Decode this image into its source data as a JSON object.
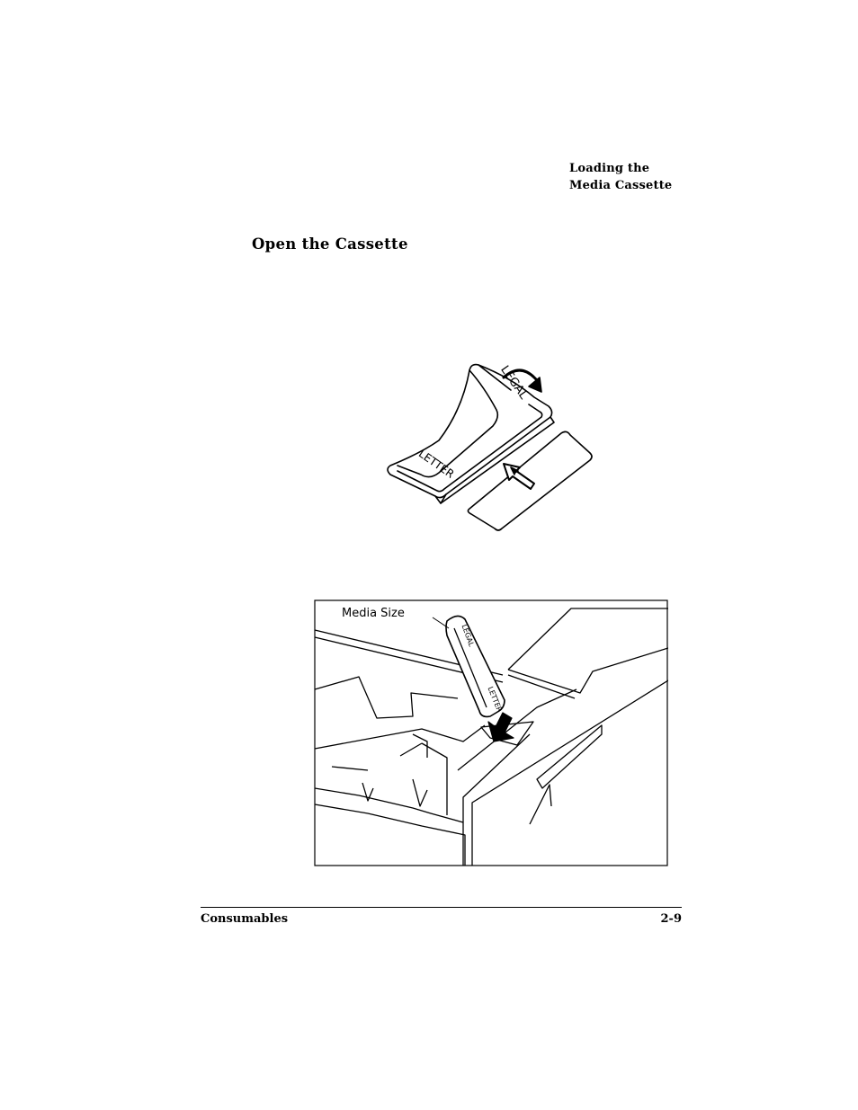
{
  "running_head": {
    "line1": "Loading the",
    "line2": "Media Cassette"
  },
  "section": {
    "title": "Open the Cassette"
  },
  "figure1": {
    "dial_label_top": "LEGAL",
    "dial_label_bottom": "LETTER"
  },
  "figure2": {
    "callout": "Media Size",
    "dial_label_top": "LEGAL",
    "dial_label_bottom": "LETTER"
  },
  "footer": {
    "chapter": "Consumables",
    "page_number": "2-9"
  }
}
